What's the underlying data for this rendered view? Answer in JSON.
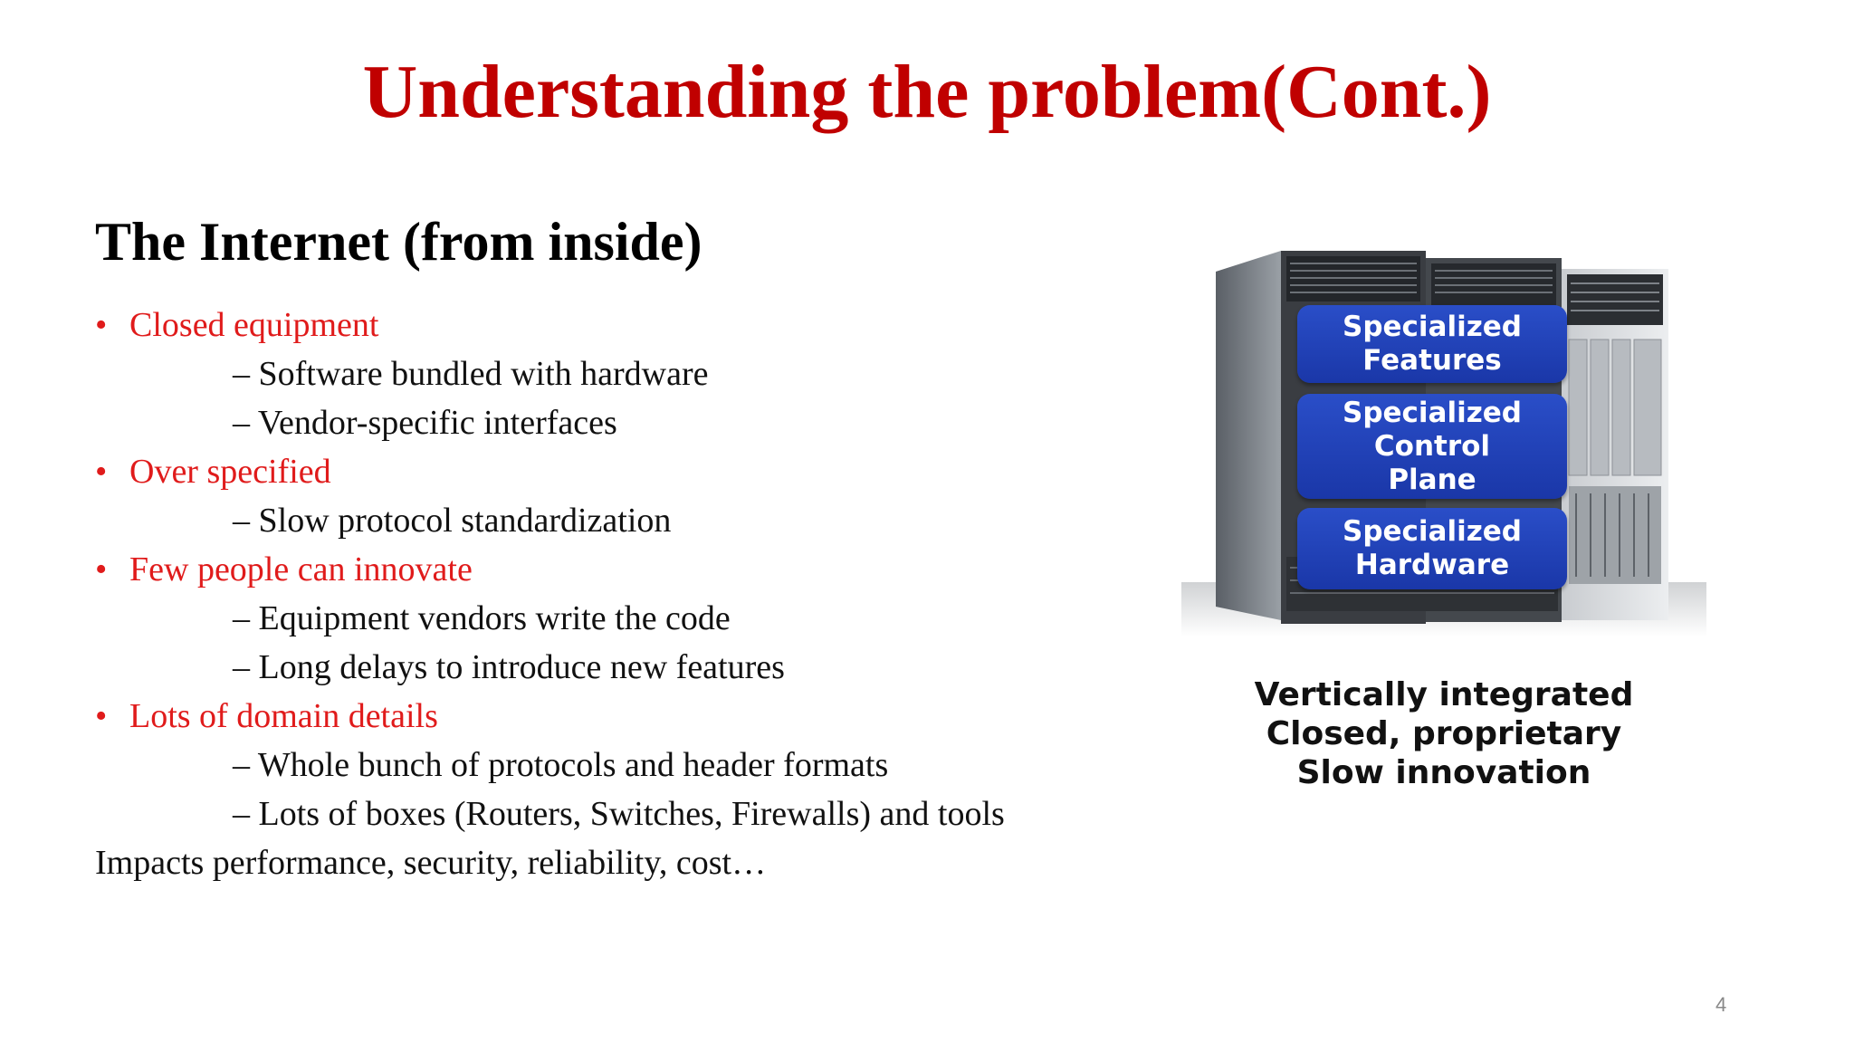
{
  "slide": {
    "title": "Understanding the problem(Cont.)",
    "subtitle": "The Internet (from inside)",
    "bullets": [
      {
        "text": "Closed equipment",
        "subs": [
          "– Software bundled with hardware",
          "– Vendor-specific interfaces"
        ]
      },
      {
        "text": "Over specified",
        "subs": [
          "– Slow protocol standardization"
        ]
      },
      {
        "text": "Few people can innovate",
        "subs": [
          "– Equipment vendors write the code",
          "– Long delays to introduce new features"
        ]
      },
      {
        "text": "Lots of domain details",
        "subs": [
          "– Whole bunch of protocols and header formats",
          "– Lots of boxes (Routers, Switches, Firewalls) and tools"
        ]
      }
    ],
    "closing": "Impacts performance, security, reliability, cost…",
    "page_number": "4",
    "bullet_glyph": "•",
    "colors": {
      "title": "#c00000",
      "bullet": "#e01b1b",
      "label_blue": "#2146c0"
    }
  },
  "figure": {
    "labels": [
      "Specialized\nFeatures",
      "Specialized\nControl\nPlane",
      "Specialized\nHardware"
    ],
    "caption": "Vertically integrated\nClosed, proprietary\nSlow innovation"
  }
}
